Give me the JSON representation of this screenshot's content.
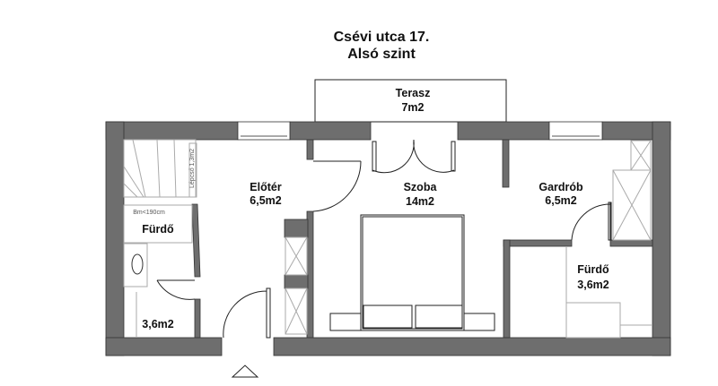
{
  "title": {
    "line1": "Csévi utca 17.",
    "line2": "Alsó szint"
  },
  "rooms": [
    {
      "name": "Terasz",
      "area": "7m2"
    },
    {
      "name": "Előtér",
      "area": "6,5m2"
    },
    {
      "name": "Szoba",
      "area": "14m2"
    },
    {
      "name": "Gardrób",
      "area": "6,5m2"
    },
    {
      "name": "Fürdő",
      "area": "3,6m2"
    },
    {
      "name": "Fürdő",
      "area": "3,6m2",
      "note": "Bm<190cm"
    }
  ],
  "stairs": {
    "label": "Lépcső 1,3m2"
  },
  "colors": {
    "wall": "#6e6e6e",
    "line": "#222222",
    "fixture": "#aaaaaa"
  }
}
